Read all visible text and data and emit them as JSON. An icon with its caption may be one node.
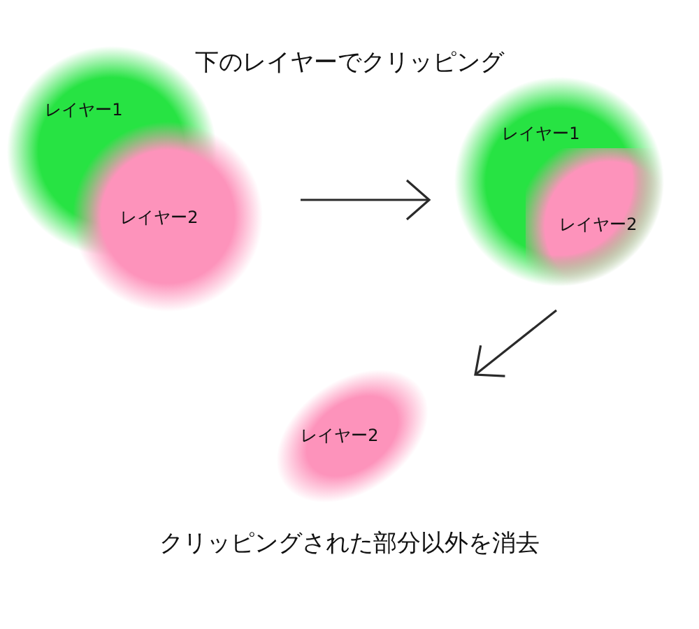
{
  "diagram": {
    "title": "下のレイヤーでクリッピング",
    "caption": "クリッピングされた部分以外を消去",
    "nodes": [
      {
        "text": [
          "レイヤー1"
        ]
      },
      {
        "text": [
          "レイヤー2"
        ]
      },
      {
        "text": [
          "レイヤー1"
        ]
      },
      {
        "text": [
          "レイヤー2"
        ],
        "in": 2
      },
      {
        "text": [
          "レイヤー2"
        ]
      }
    ],
    "edges": [
      {
        "from": 1,
        "to": 2,
        "arrow": "to"
      },
      {
        "from": 3,
        "to": 4,
        "arrow": "to"
      }
    ]
  }
}
